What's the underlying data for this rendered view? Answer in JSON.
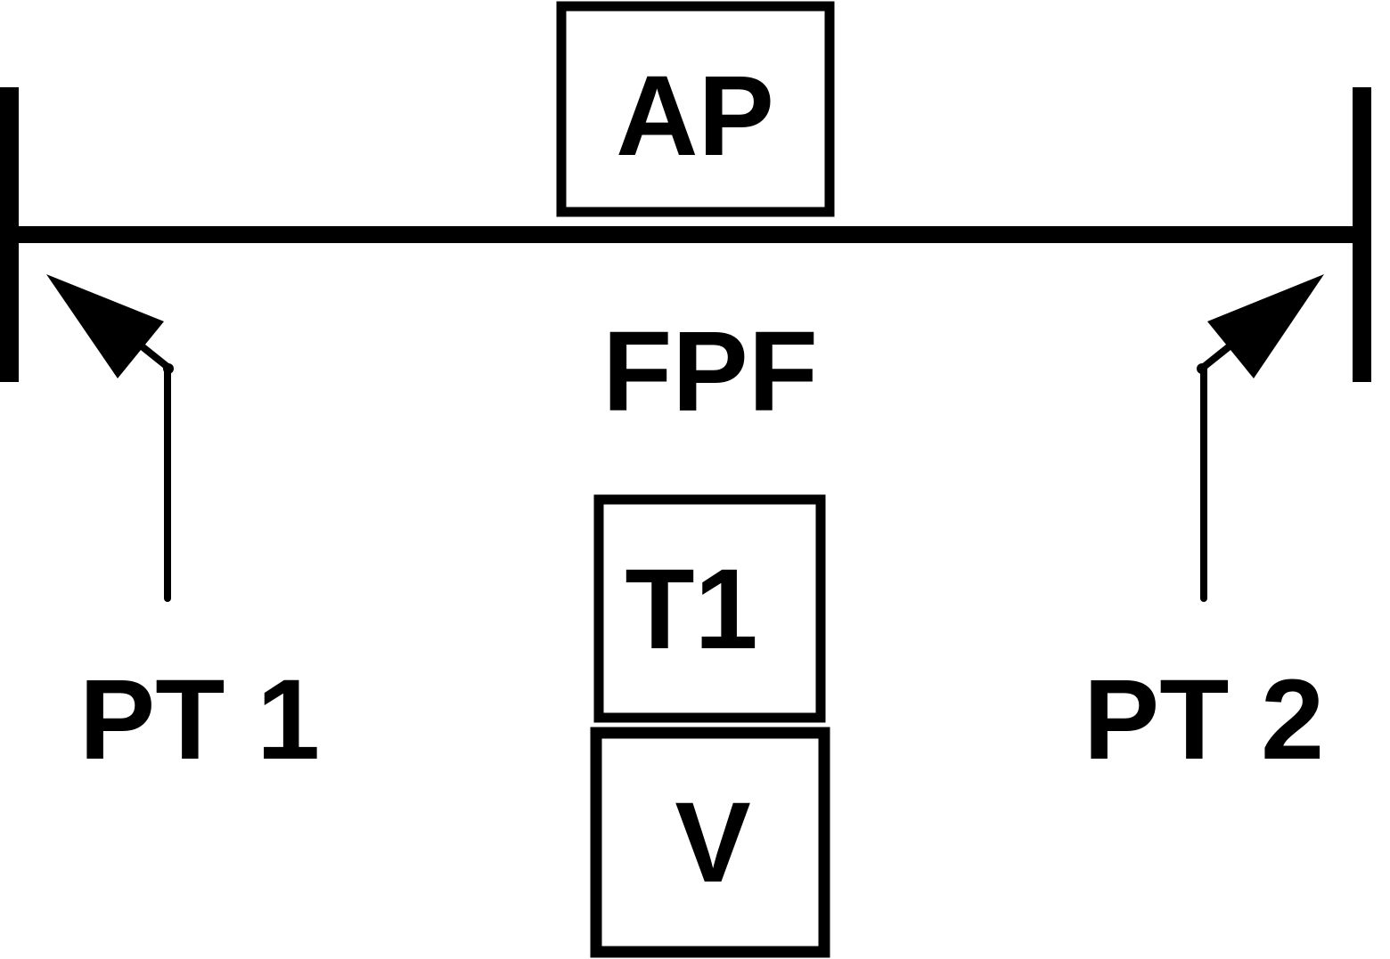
{
  "diagram": {
    "line_label": "FPF",
    "boxes": {
      "ap": "AP",
      "t1": "T1",
      "v": "V"
    },
    "pointers": {
      "left": "PT 1",
      "right": "PT 2"
    }
  },
  "colors": {
    "ink": "#000000",
    "background": "#ffffff"
  }
}
